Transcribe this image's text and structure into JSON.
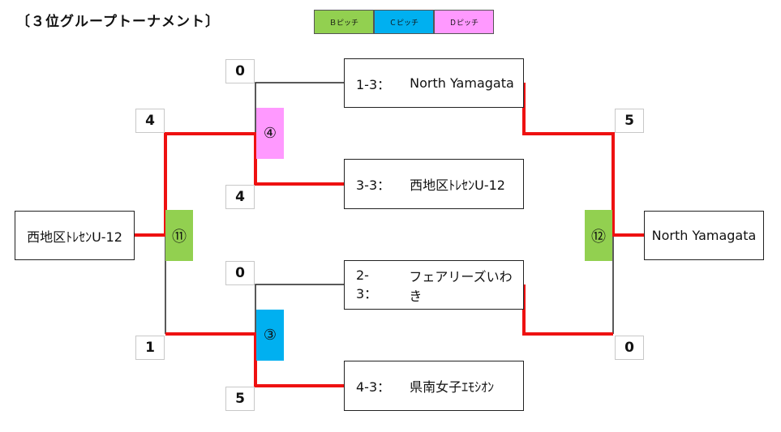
{
  "title": "〔３位グループトーナメント〕",
  "colors": {
    "b_pitch": "#92d050",
    "c_pitch": "#00b0f0",
    "d_pitch": "#ff99ff",
    "winner_line": "#ee1111",
    "line": "#222222"
  },
  "legend": [
    {
      "label": "Ｂピッチ",
      "color": "#92d050"
    },
    {
      "label": "Ｃピッチ",
      "color": "#00b0f0"
    },
    {
      "label": "Ｄピッチ",
      "color": "#ff99ff"
    }
  ],
  "teams": [
    {
      "seed": "1-3：",
      "name": "North Yamagata"
    },
    {
      "seed": "3-3：",
      "name": "西地区ﾄﾚｾﾝU-12"
    },
    {
      "seed": "2-3：",
      "name": "フェアリーズいわき"
    },
    {
      "seed": "4-3：",
      "name": "県南女子ｴﾓｼｵﾝ"
    }
  ],
  "matches": {
    "m4": {
      "label": "④",
      "pitch": "D",
      "scores": [
        "0",
        "4"
      ]
    },
    "m3": {
      "label": "③",
      "pitch": "C",
      "scores": [
        "0",
        "5"
      ]
    },
    "m11": {
      "label": "⑪",
      "pitch": "B",
      "scores": [
        "4",
        "1"
      ],
      "winner": "西地区ﾄﾚｾﾝU-12"
    },
    "m12": {
      "label": "⑫",
      "pitch": "B",
      "scores": [
        "5",
        "0"
      ],
      "winner": "North Yamagata"
    }
  }
}
